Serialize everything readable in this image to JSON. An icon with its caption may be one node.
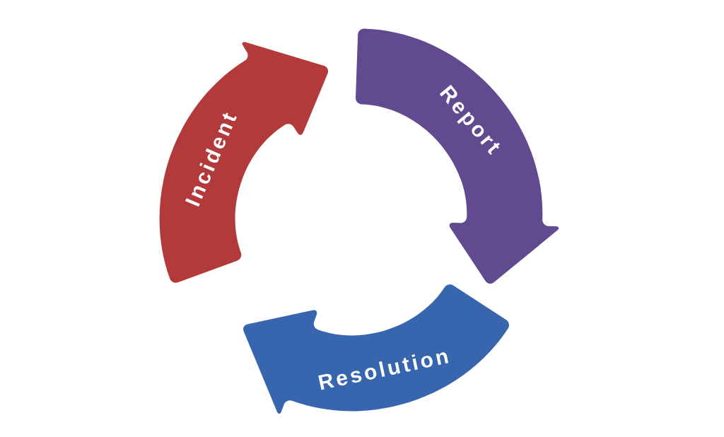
{
  "diagram": {
    "nodes": [
      {
        "text": [
          "Incident"
        ]
      },
      {
        "text": [
          "Report"
        ]
      },
      {
        "text": [
          "Resolution"
        ]
      }
    ]
  }
}
